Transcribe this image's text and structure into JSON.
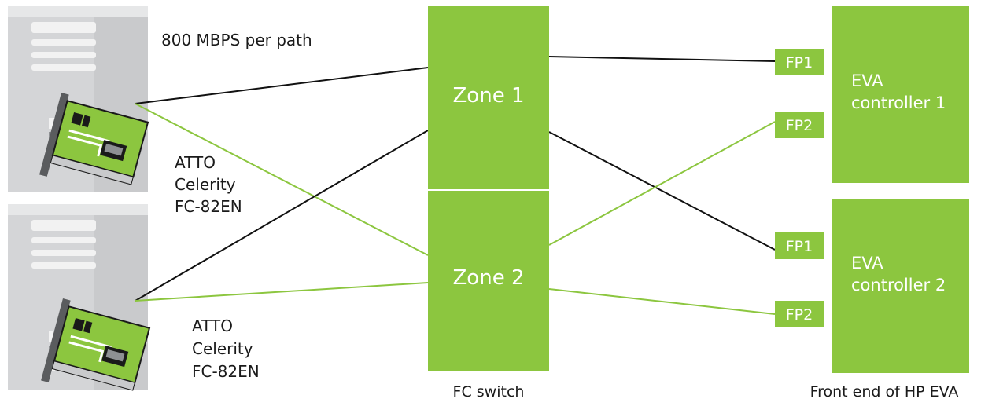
{
  "colors": {
    "green": "#8cc63f",
    "black_line": "#111111",
    "server_body": "#c9cacc",
    "server_light": "#e6e7e8",
    "server_dark": "#8e9093",
    "card_green": "#8cc63f"
  },
  "labels": {
    "speed": "800 MBPS per path",
    "hba_top": [
      "ATTO",
      "Celerity",
      "FC-82EN"
    ],
    "hba_bottom": [
      "ATTO",
      "Celerity",
      "FC-82EN"
    ],
    "fc_switch": "FC switch",
    "eva_front_end": "Front end of HP EVA"
  },
  "switch": {
    "zones": [
      "Zone 1",
      "Zone 2"
    ]
  },
  "controllers": [
    {
      "line1": "EVA",
      "line2": "controller 1",
      "ports": [
        "FP1",
        "FP2"
      ]
    },
    {
      "line1": "EVA",
      "line2": "controller 2",
      "ports": [
        "FP1",
        "FP2"
      ]
    }
  ],
  "icons": {
    "server_top": "server-tower-icon",
    "server_bottom": "server-tower-icon",
    "hba_card": "hba-card-icon"
  }
}
